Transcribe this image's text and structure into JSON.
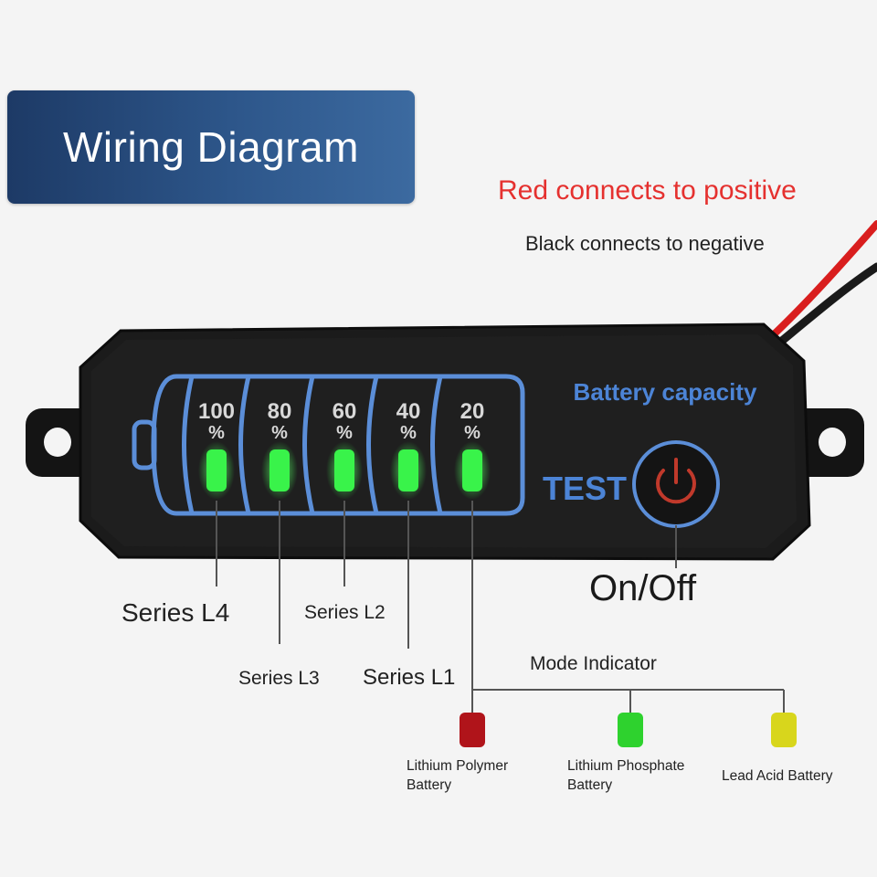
{
  "title": "Wiring Diagram",
  "wiring_notes": {
    "red": "Red connects to positive",
    "black": "Black connects to negative"
  },
  "device": {
    "capacity_label": "Battery capacity",
    "test_label": "TEST",
    "percent_sign": "%",
    "levels": [
      "100",
      "80",
      "60",
      "40",
      "20"
    ],
    "led_color": "#39f34a",
    "frame_color": "#5b8ed8",
    "label_color": "#4c84d6",
    "power_icon_color": "#c0392b"
  },
  "callouts": {
    "series_l4": "Series L4",
    "series_l3": "Series L3",
    "series_l2": "Series L2",
    "series_l1": "Series L1",
    "on_off": "On/Off",
    "mode_indicator": "Mode Indicator"
  },
  "modes": [
    {
      "line1": "Lithium Polymer",
      "line2": "Battery",
      "color": "#b0141a"
    },
    {
      "line1": "Lithium Phosphate",
      "line2": "Battery",
      "color": "#2ed22e"
    },
    {
      "line1": "Lead Acid Battery",
      "line2": "",
      "color": "#d8d61c"
    }
  ]
}
